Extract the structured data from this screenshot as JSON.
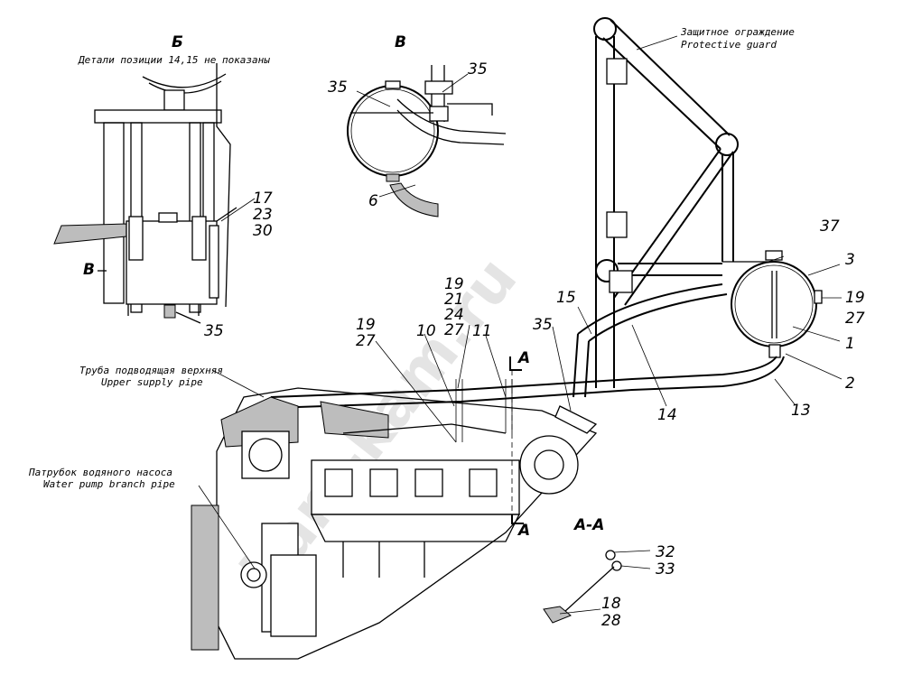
{
  "views": {
    "b_cyr": "Б",
    "v_cyr": "В",
    "v_arrow": "В",
    "section": "А-А",
    "a_top": "А",
    "a_bottom": "А"
  },
  "notes": {
    "details_hidden": "Детали позиции 14,15 не показаны"
  },
  "captions": {
    "guard_ru": "Защитное ограждение",
    "guard_en": "Protective guard",
    "upper_pipe_ru": "Труба подводящая верхняя",
    "upper_pipe_en": "Upper supply pipe",
    "pump_ru": "Патрубок водяного насоса",
    "pump_en": "Water pump branch pipe"
  },
  "callouts": {
    "c17": "17",
    "c23": "23",
    "c30": "30",
    "c35_b": "35",
    "c35_v_left": "35",
    "c35_v_right": "35",
    "c6": "6",
    "c37": "37",
    "c3": "3",
    "c19_r": "19",
    "c27_r": "27",
    "c1": "1",
    "c2": "2",
    "c13": "13",
    "c14": "14",
    "c15": "15",
    "c35_mid": "35",
    "c19_s": "19",
    "c21_s": "21",
    "c24_s": "24",
    "c27_s": "27",
    "c19_l": "19",
    "c27_l": "27",
    "c10": "10",
    "c11": "11",
    "c32": "32",
    "c33": "33",
    "c18": "18",
    "c28": "28"
  },
  "watermark": "kam-kam.ru"
}
